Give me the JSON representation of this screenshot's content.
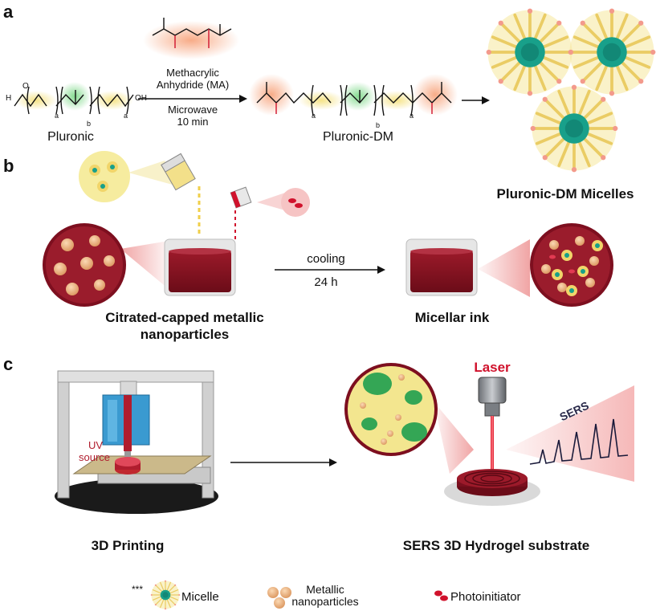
{
  "panels": {
    "a": {
      "letter": "a",
      "reagent_line1": "Methacrylic",
      "reagent_line2": "Anhydride (MA)",
      "condition_line1": "Microwave",
      "condition_line2": "10 min",
      "reactant_label": "Pluronic",
      "product_label": "Pluronic-DM",
      "micelles_label": "Pluronic-DM Micelles",
      "sub_a": "a",
      "sub_b": "b",
      "atom_O": "O",
      "atom_H": "H",
      "atom_OH": "OH"
    },
    "b": {
      "letter": "b",
      "step_line1": "cooling",
      "step_line2": "24 h",
      "left_label_line1": "Citrated-capped metallic",
      "left_label_line2": "nanoparticles",
      "right_label": "Micellar ink"
    },
    "c": {
      "letter": "c",
      "uv_line1": "UV",
      "uv_line2": "source",
      "laser_label": "Laser",
      "sers_label": "SERS",
      "left_caption": "3D Printing",
      "right_caption": "SERS 3D Hydrogel substrate"
    }
  },
  "legend": {
    "marker": "***",
    "micelle": "Micelle",
    "metallic_line1": "Metallic",
    "metallic_line2": "nanoparticles",
    "photoinitiator": "Photoinitiator"
  },
  "colors": {
    "ink_red": "#7a0f1e",
    "micelle_yellow": "#f2dd7a",
    "micelle_core": "#1aa38c",
    "nanoparticle": "#eab27e",
    "laser": "#e52a3a",
    "accent_red": "#d0122c"
  }
}
